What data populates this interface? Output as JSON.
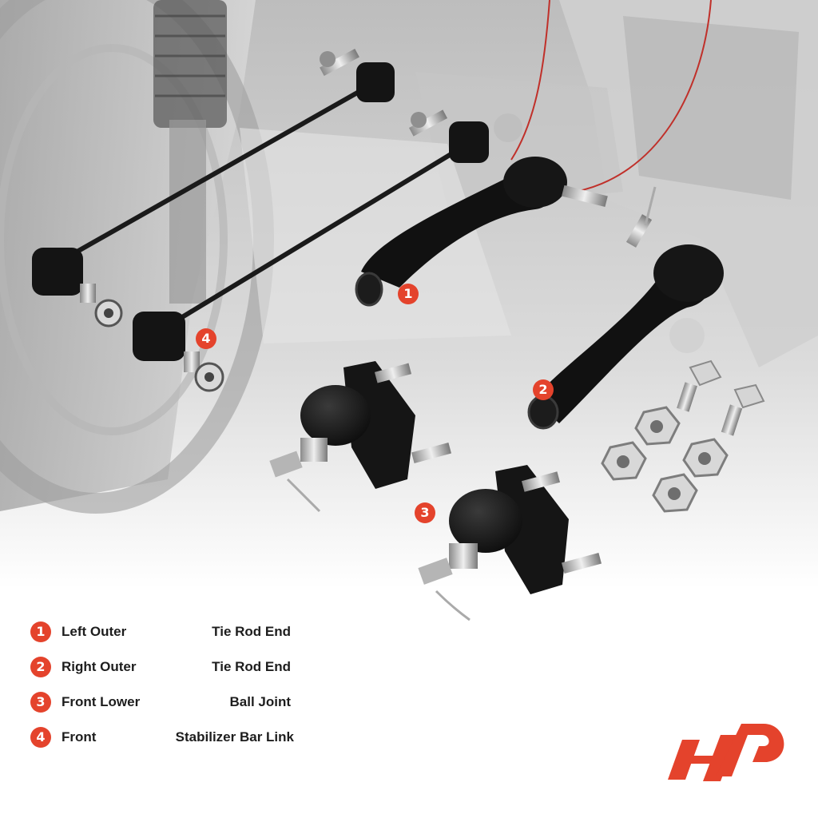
{
  "colors": {
    "accent": "#e4432c",
    "part_black": "#141414",
    "metal": "#c9c9c9",
    "background_gray": "#d6d6d6"
  },
  "callouts": [
    {
      "number": "1"
    },
    {
      "number": "2"
    },
    {
      "number": "3"
    },
    {
      "number": "4"
    }
  ],
  "legend": [
    {
      "number": "1",
      "position": "Left Outer",
      "part": "Tie Rod End"
    },
    {
      "number": "2",
      "position": "Right Outer",
      "part": "Tie Rod End"
    },
    {
      "number": "3",
      "position": "Front Lower",
      "part": "Ball Joint"
    },
    {
      "number": "4",
      "position": "Front",
      "part": "Stabilizer Bar Link"
    }
  ],
  "logo": {
    "icon": "brand-logo-icon"
  }
}
